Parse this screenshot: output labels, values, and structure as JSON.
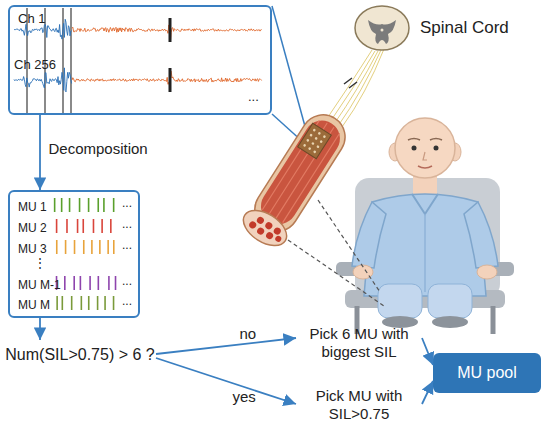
{
  "diagram": {
    "nodes": [
      {
        "text": [
          "Ch 1",
          "Ch 256",
          "..."
        ]
      },
      {
        "text": [
          "MU 1",
          "...",
          "MU 2",
          "...",
          "MU 3",
          "...",
          "⋮",
          "MU M-1",
          "...",
          "MU M",
          "..."
        ]
      },
      {
        "text": [
          "Num(SIL>0.75) > 6 ?"
        ]
      },
      {
        "text": [
          "Pick 6 MU with biggest SIL"
        ]
      },
      {
        "text": [
          "Pick MU with SIL>0.75"
        ]
      },
      {
        "text": [
          "MU pool"
        ]
      }
    ],
    "edges": [
      {
        "from": 0,
        "to": 1,
        "arrow": "to",
        "label": "Decomposition"
      },
      {
        "from": 1,
        "to": 2,
        "arrow": "to"
      },
      {
        "from": 2,
        "to": 3,
        "arrow": "to",
        "label": "no"
      },
      {
        "from": 2,
        "to": 4,
        "arrow": "to",
        "label": "yes"
      },
      {
        "from": 3,
        "to": 5,
        "arrow": "to"
      },
      {
        "from": 4,
        "to": 5,
        "arrow": "to"
      }
    ],
    "labels": [
      "Spinal Cord"
    ]
  }
}
